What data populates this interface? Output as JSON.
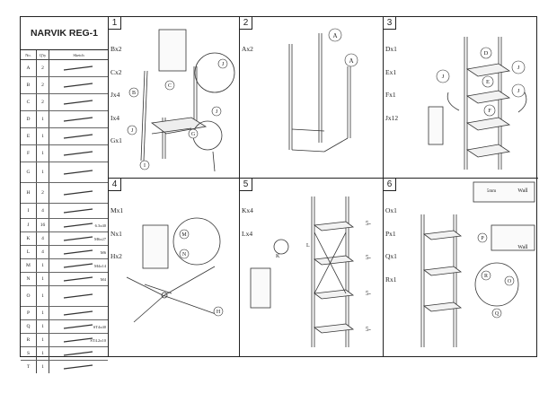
{
  "title": "NARVIK REG-1",
  "parts_header": {
    "no": "No.",
    "qty": "Q'ty",
    "sketch": "Sketch"
  },
  "parts": [
    {
      "no": "A",
      "qty": "2",
      "spec": ""
    },
    {
      "no": "B",
      "qty": "2",
      "spec": ""
    },
    {
      "no": "C",
      "qty": "2",
      "spec": ""
    },
    {
      "no": "D",
      "qty": "1",
      "spec": ""
    },
    {
      "no": "E",
      "qty": "1",
      "spec": ""
    },
    {
      "no": "F",
      "qty": "1",
      "spec": ""
    },
    {
      "no": "G",
      "qty": "1",
      "spec": ""
    },
    {
      "no": "H",
      "qty": "2",
      "spec": ""
    },
    {
      "no": "I",
      "qty": "4",
      "spec": ""
    },
    {
      "no": "J",
      "qty": "16",
      "spec": "6.3x40"
    },
    {
      "no": "K",
      "qty": "4",
      "spec": "M6x27"
    },
    {
      "no": "L",
      "qty": "4",
      "spec": "M6"
    },
    {
      "no": "M",
      "qty": "1",
      "spec": "M4x14"
    },
    {
      "no": "N",
      "qty": "1",
      "spec": "M4"
    },
    {
      "no": "O",
      "qty": "1",
      "spec": ""
    },
    {
      "no": "P",
      "qty": "1",
      "spec": ""
    },
    {
      "no": "Q",
      "qty": "1",
      "spec": "ST4x40"
    },
    {
      "no": "R",
      "qty": "1",
      "spec": "ST4.2x10"
    },
    {
      "no": "S",
      "qty": "1",
      "spec": ""
    },
    {
      "no": "T",
      "qty": "1",
      "spec": ""
    }
  ],
  "steps": [
    {
      "num": "1",
      "parts": [
        "Bx2",
        "Cx2",
        "Jx4",
        "Ix4",
        "Gx1"
      ],
      "labels": [
        "J",
        "J",
        "B",
        "C",
        "J",
        "G",
        "I"
      ]
    },
    {
      "num": "2",
      "parts": [
        "Ax2"
      ],
      "labels": [
        "A",
        "A"
      ]
    },
    {
      "num": "3",
      "parts": [
        "Dx1",
        "Ex1",
        "Fx1",
        "Jx12"
      ],
      "labels": [
        "D",
        "E",
        "F",
        "J",
        "J",
        "J"
      ]
    },
    {
      "num": "4",
      "parts": [
        "Mx1",
        "Nx1",
        "Hx2"
      ],
      "labels": [
        "M",
        "N",
        "H"
      ]
    },
    {
      "num": "5",
      "parts": [
        "Kx4",
        "Lx4"
      ],
      "labels": [
        "K",
        "L",
        "5-",
        "5-",
        "5-",
        "5-"
      ]
    },
    {
      "num": "6",
      "parts": [
        "Ox1",
        "Px1",
        "Qx1",
        "Rx1"
      ],
      "labels": [
        "5mm",
        "Wall",
        "P",
        "Wall",
        "R",
        "O",
        "Q"
      ]
    }
  ]
}
